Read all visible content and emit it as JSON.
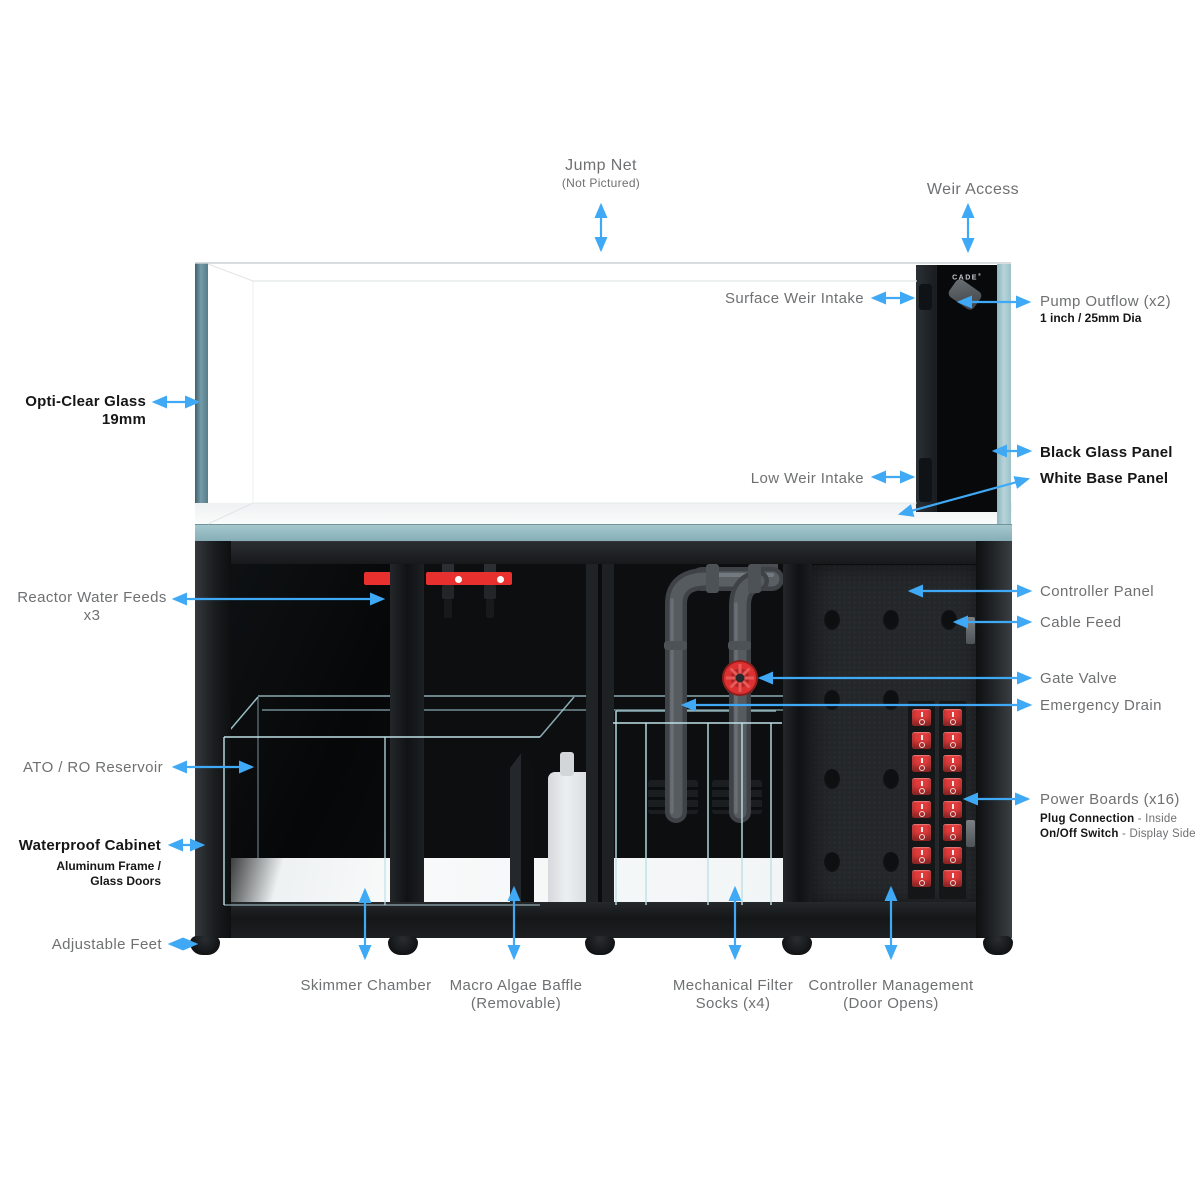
{
  "diagram": {
    "brand": {
      "name": "CADE",
      "registered": "®"
    },
    "colors": {
      "arrow_blue": "#3FA9F5",
      "label_gray": "#6E7072",
      "label_dark": "#161616",
      "glass_teal": "#7FA6B0",
      "switch_red": "#E23B3B",
      "valve_red": "#E8302F"
    },
    "power_switch_count": 16,
    "labels": {
      "jump_net": {
        "title": "Jump Net",
        "subtitle": "(Not Pictured)"
      },
      "weir_access": {
        "title": "Weir Access"
      },
      "surface_weir_intake": {
        "title": "Surface Weir Intake"
      },
      "pump_outflow": {
        "title": "Pump Outflow (x2)",
        "subtitle": "1 inch / 25mm Dia"
      },
      "opti_clear_glass": {
        "title": "Opti-Clear Glass",
        "subtitle": "19mm"
      },
      "black_glass_panel": {
        "title": "Black Glass Panel"
      },
      "white_base_panel": {
        "title": "White Base Panel"
      },
      "low_weir_intake": {
        "title": "Low Weir Intake"
      },
      "reactor_water_feeds": {
        "title": "Reactor Water Feeds",
        "subtitle": "x3"
      },
      "controller_panel": {
        "title": "Controller Panel"
      },
      "cable_feed": {
        "title": "Cable Feed"
      },
      "gate_valve": {
        "title": "Gate Valve"
      },
      "emergency_drain": {
        "title": "Emergency Drain"
      },
      "ato_ro_reservoir": {
        "title": "ATO / RO Reservoir"
      },
      "power_boards": {
        "title": "Power Boards (x16)",
        "line1_bold": "Plug Connection",
        "line1_rest": " - Inside",
        "line2_bold": "On/Off Switch",
        "line2_rest": " - Display Side"
      },
      "waterproof_cabinet": {
        "title": "Waterproof Cabinet",
        "subtitle1": "Aluminum Frame /",
        "subtitle2": "Glass Doors"
      },
      "adjustable_feet": {
        "title": "Adjustable Feet"
      },
      "skimmer_chamber": {
        "title": "Skimmer Chamber"
      },
      "macro_algae_baffle": {
        "title": "Macro Algae Baffle",
        "subtitle": "(Removable)"
      },
      "mechanical_filter_socks": {
        "title": "Mechanical Filter",
        "subtitle": "Socks (x4)"
      },
      "controller_management": {
        "title": "Controller Management",
        "subtitle": "(Door Opens)"
      }
    }
  }
}
